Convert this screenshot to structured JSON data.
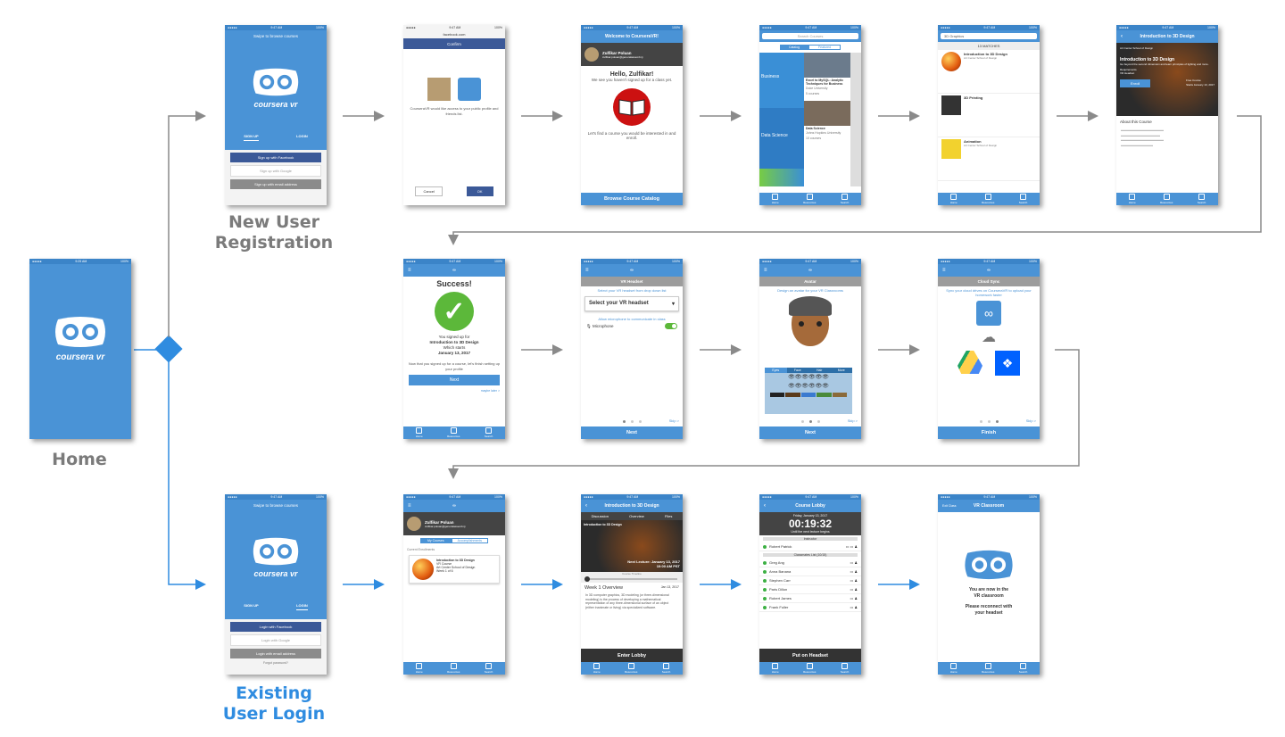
{
  "captions": {
    "home": "Home",
    "new_user": [
      "New User",
      "Registration"
    ],
    "existing_user": [
      "Existing",
      "User Login"
    ]
  },
  "colors": {
    "brand_blue": "#4a93d6",
    "arrow_gray": "#8a8a8a",
    "arrow_blue": "#2f8ce0",
    "diamond": "#2f8ce0"
  },
  "logo": {
    "word": "coursera vr"
  },
  "status": {
    "time": "9:47 AM",
    "time_home": "9:25 AM",
    "battery": "100%"
  },
  "screens": {
    "signup": {
      "title": "Swipe to browse courses",
      "tab_signup": "SIGN UP",
      "tab_login": "LOGIN",
      "fb": "Sign up with Facebook",
      "google": "Sign up with Google",
      "email": "Sign up with email address"
    },
    "fbconfirm": {
      "url": "facebook.com",
      "header": "Confirm",
      "body": "CourseraVR would like access to your public profile and friends list.",
      "cancel": "Cancel",
      "ok": "OK"
    },
    "welcome": {
      "title": "Welcome to CourseraVR!",
      "name": "Zulfikar Poluan",
      "email": "zulfikar.poluan@generalassemb.ly",
      "hello": "Hello, Zulfikar!",
      "sub": "We see you haven't signed up for a class yet.",
      "find": "Let's find a course you would be interested in and enroll.",
      "button": "Browse Course Catalog"
    },
    "catalog": {
      "search": "Search Courses",
      "tab1": "Catalog",
      "tab2": "Featured",
      "cat1": "Business",
      "cat2": "Data Science",
      "c1": "Excel to MySQL: Analytic Techniques for Business",
      "c1u": "Duke University",
      "c1n": "5 courses",
      "c2": "Data Science",
      "c2u": "Johns Hopkins University",
      "c2n": "10 courses"
    },
    "search": {
      "query": "3D Graphics",
      "matches": "13 MATCHES",
      "r1": "Introduction to 3D Design",
      "r1u": "Art Center School of Design",
      "r2": "3D Printing",
      "r3": "Animation",
      "r3u": "Art Center School of Design"
    },
    "course": {
      "title": "Introduction to 3D Design",
      "school": "Art Center School of Design",
      "course": "Introduction to 3D Design",
      "desc": "Go beyond the second dimension and learn principles of lighting and more.",
      "req": "Requirements",
      "vr": "VR Headset",
      "free": "Free Course",
      "starts": "Starts January 13, 2017",
      "enroll": "Enroll",
      "about": "About this Course"
    },
    "success": {
      "title": "Success!",
      "l1": "You signed up for",
      "l2": "Introduction to 3D Design",
      "l3": "Which starts",
      "l4": "January 13, 2017",
      "l5": "Now that you signed up for a course, let's finish setting up your profile",
      "next": "Next",
      "later": "maybe later >"
    },
    "headset": {
      "title": "VR Headset",
      "hint": "Select your VR headset from drop down list",
      "select": "Select your VR headset",
      "mic_hint": "Allow microphone to communicate in class",
      "mic": "Microphone",
      "skip": "Skip >",
      "next": "Next"
    },
    "avatar": {
      "title": "Avatar",
      "hint": "Design an avatar for your VR Classrooms",
      "t1": "Eyes",
      "t2": "Face",
      "t3": "Hair",
      "t4": "More",
      "skip": "Skip >",
      "next": "Next"
    },
    "cloud": {
      "title": "Cloud Sync",
      "hint": "Sync your cloud drives on CourseraVR to upload your homework faster",
      "skip": "Skip >",
      "finish": "Finish"
    },
    "login": {
      "title": "Swipe to browse courses",
      "tab_signup": "SIGN UP",
      "tab_login": "LOGIN",
      "fb": "Login with Facebook",
      "google": "Login with Google",
      "email": "Login with email address",
      "forgot": "Forgot password?"
    },
    "mycourses": {
      "name": "Zulfikar Poluan",
      "email": "zulfikar.poluan@generalassemb.ly",
      "tab1": "My Courses",
      "tab2": "Accomplishments",
      "label": "Current Enrollments",
      "c": "Introduction to 3D Design",
      "cu": "VR Course",
      "cs": "Art Center School of Design",
      "cw": "Week 1 of 6"
    },
    "coursedetail": {
      "title": "Introduction to 3D Design",
      "t1": "Discussion",
      "t2": "Overview",
      "t3": "Files",
      "next": "Next Lecture: January 13, 2017",
      "time": "10:00 AM PST",
      "timeline": "Course Timeline",
      "week": "Week 1 Overview",
      "date": "Jan 13, 2017",
      "body": "In 3D computer graphics, 3D modeling (or three-dimensional modeling) is the process of developing a mathematical representation of any three-dimensional surface of an object (either inanimate or living) via specialized software.",
      "enter": "Enter Lobby"
    },
    "lobby": {
      "title": "Course Lobby",
      "date": "Friday, January 13, 2017",
      "timer": "00:19:32",
      "until": "Until the next lecture begins",
      "instructor_h": "Instructor",
      "instructor": "Robert Patrick",
      "class_h": "Classmates List (10/15)",
      "mates": [
        "Greg Ang",
        "Anna Banana",
        "Stephen Carr",
        "Paris Dillon",
        "Robert James",
        "Frank Fuller"
      ],
      "put": "Put on Headset"
    },
    "classroom": {
      "exit": "Exit Class",
      "title": "VR Classroom",
      "l1": "You are now in the",
      "l2": "VR classroom",
      "l3": "Please reconnect with",
      "l4": "your headset"
    },
    "tabs": {
      "home": "Home",
      "resources": "Resources",
      "search": "Search"
    }
  }
}
